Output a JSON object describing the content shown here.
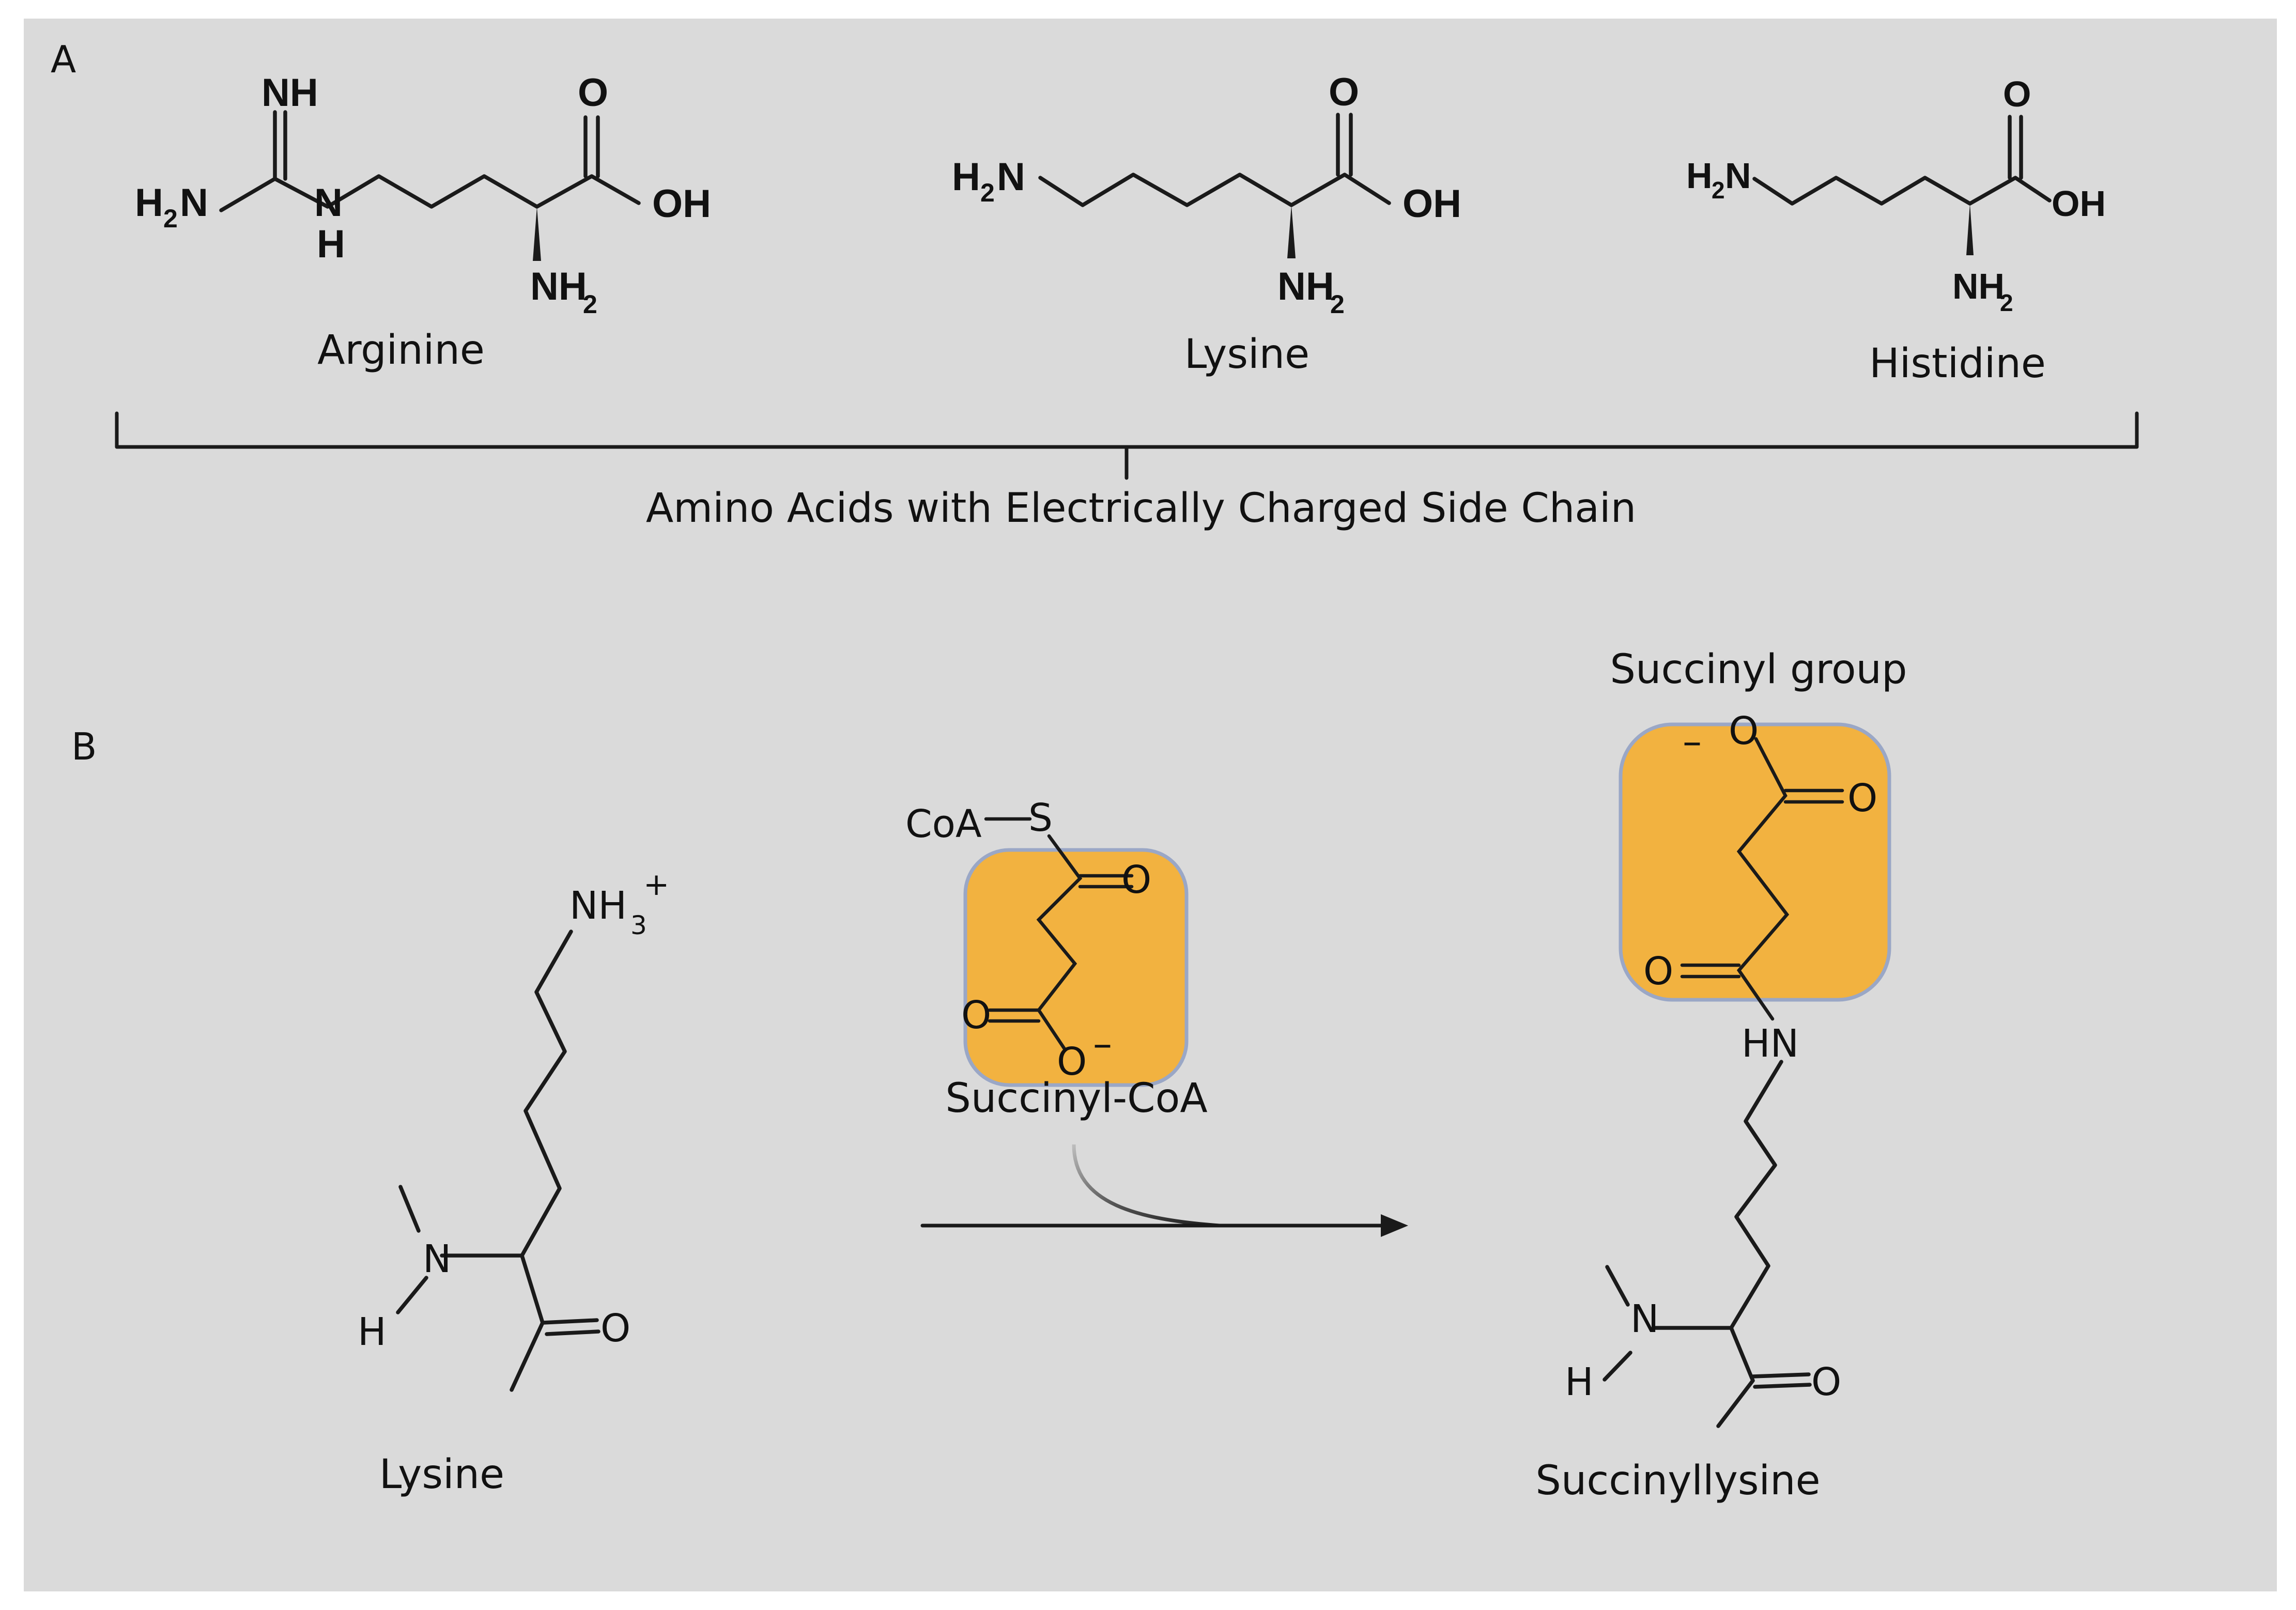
{
  "panel_a": {
    "letter": "A",
    "molecules": [
      {
        "name": "Arginine"
      },
      {
        "name": "Lysine"
      },
      {
        "name": "Histidine"
      }
    ],
    "bracket_label": "Amino Acids with Electrically Charged Side Chain"
  },
  "panel_b": {
    "letter": "B",
    "reactant_label": "Lysine",
    "reagent_label": "Succinyl-CoA",
    "product_label": "Succinyllysine",
    "group_label": "Succinyl group"
  },
  "atoms": {
    "NH": "NH",
    "H2N_H": "H",
    "H2N_N": "N",
    "sub2": "2",
    "sub3": "3",
    "N": "N",
    "H": "H",
    "O": "O",
    "OH": "OH",
    "NH2_N": "NH",
    "NH3": "NH",
    "plus": "+",
    "minus": "–",
    "CoA": "CoA",
    "S": "S",
    "HN": "HN"
  },
  "colors": {
    "background": "#dadada",
    "succinyl_box": "#f2b240",
    "succinyl_box_border": "#9aa7c6",
    "ink": "#1a1a1a"
  }
}
